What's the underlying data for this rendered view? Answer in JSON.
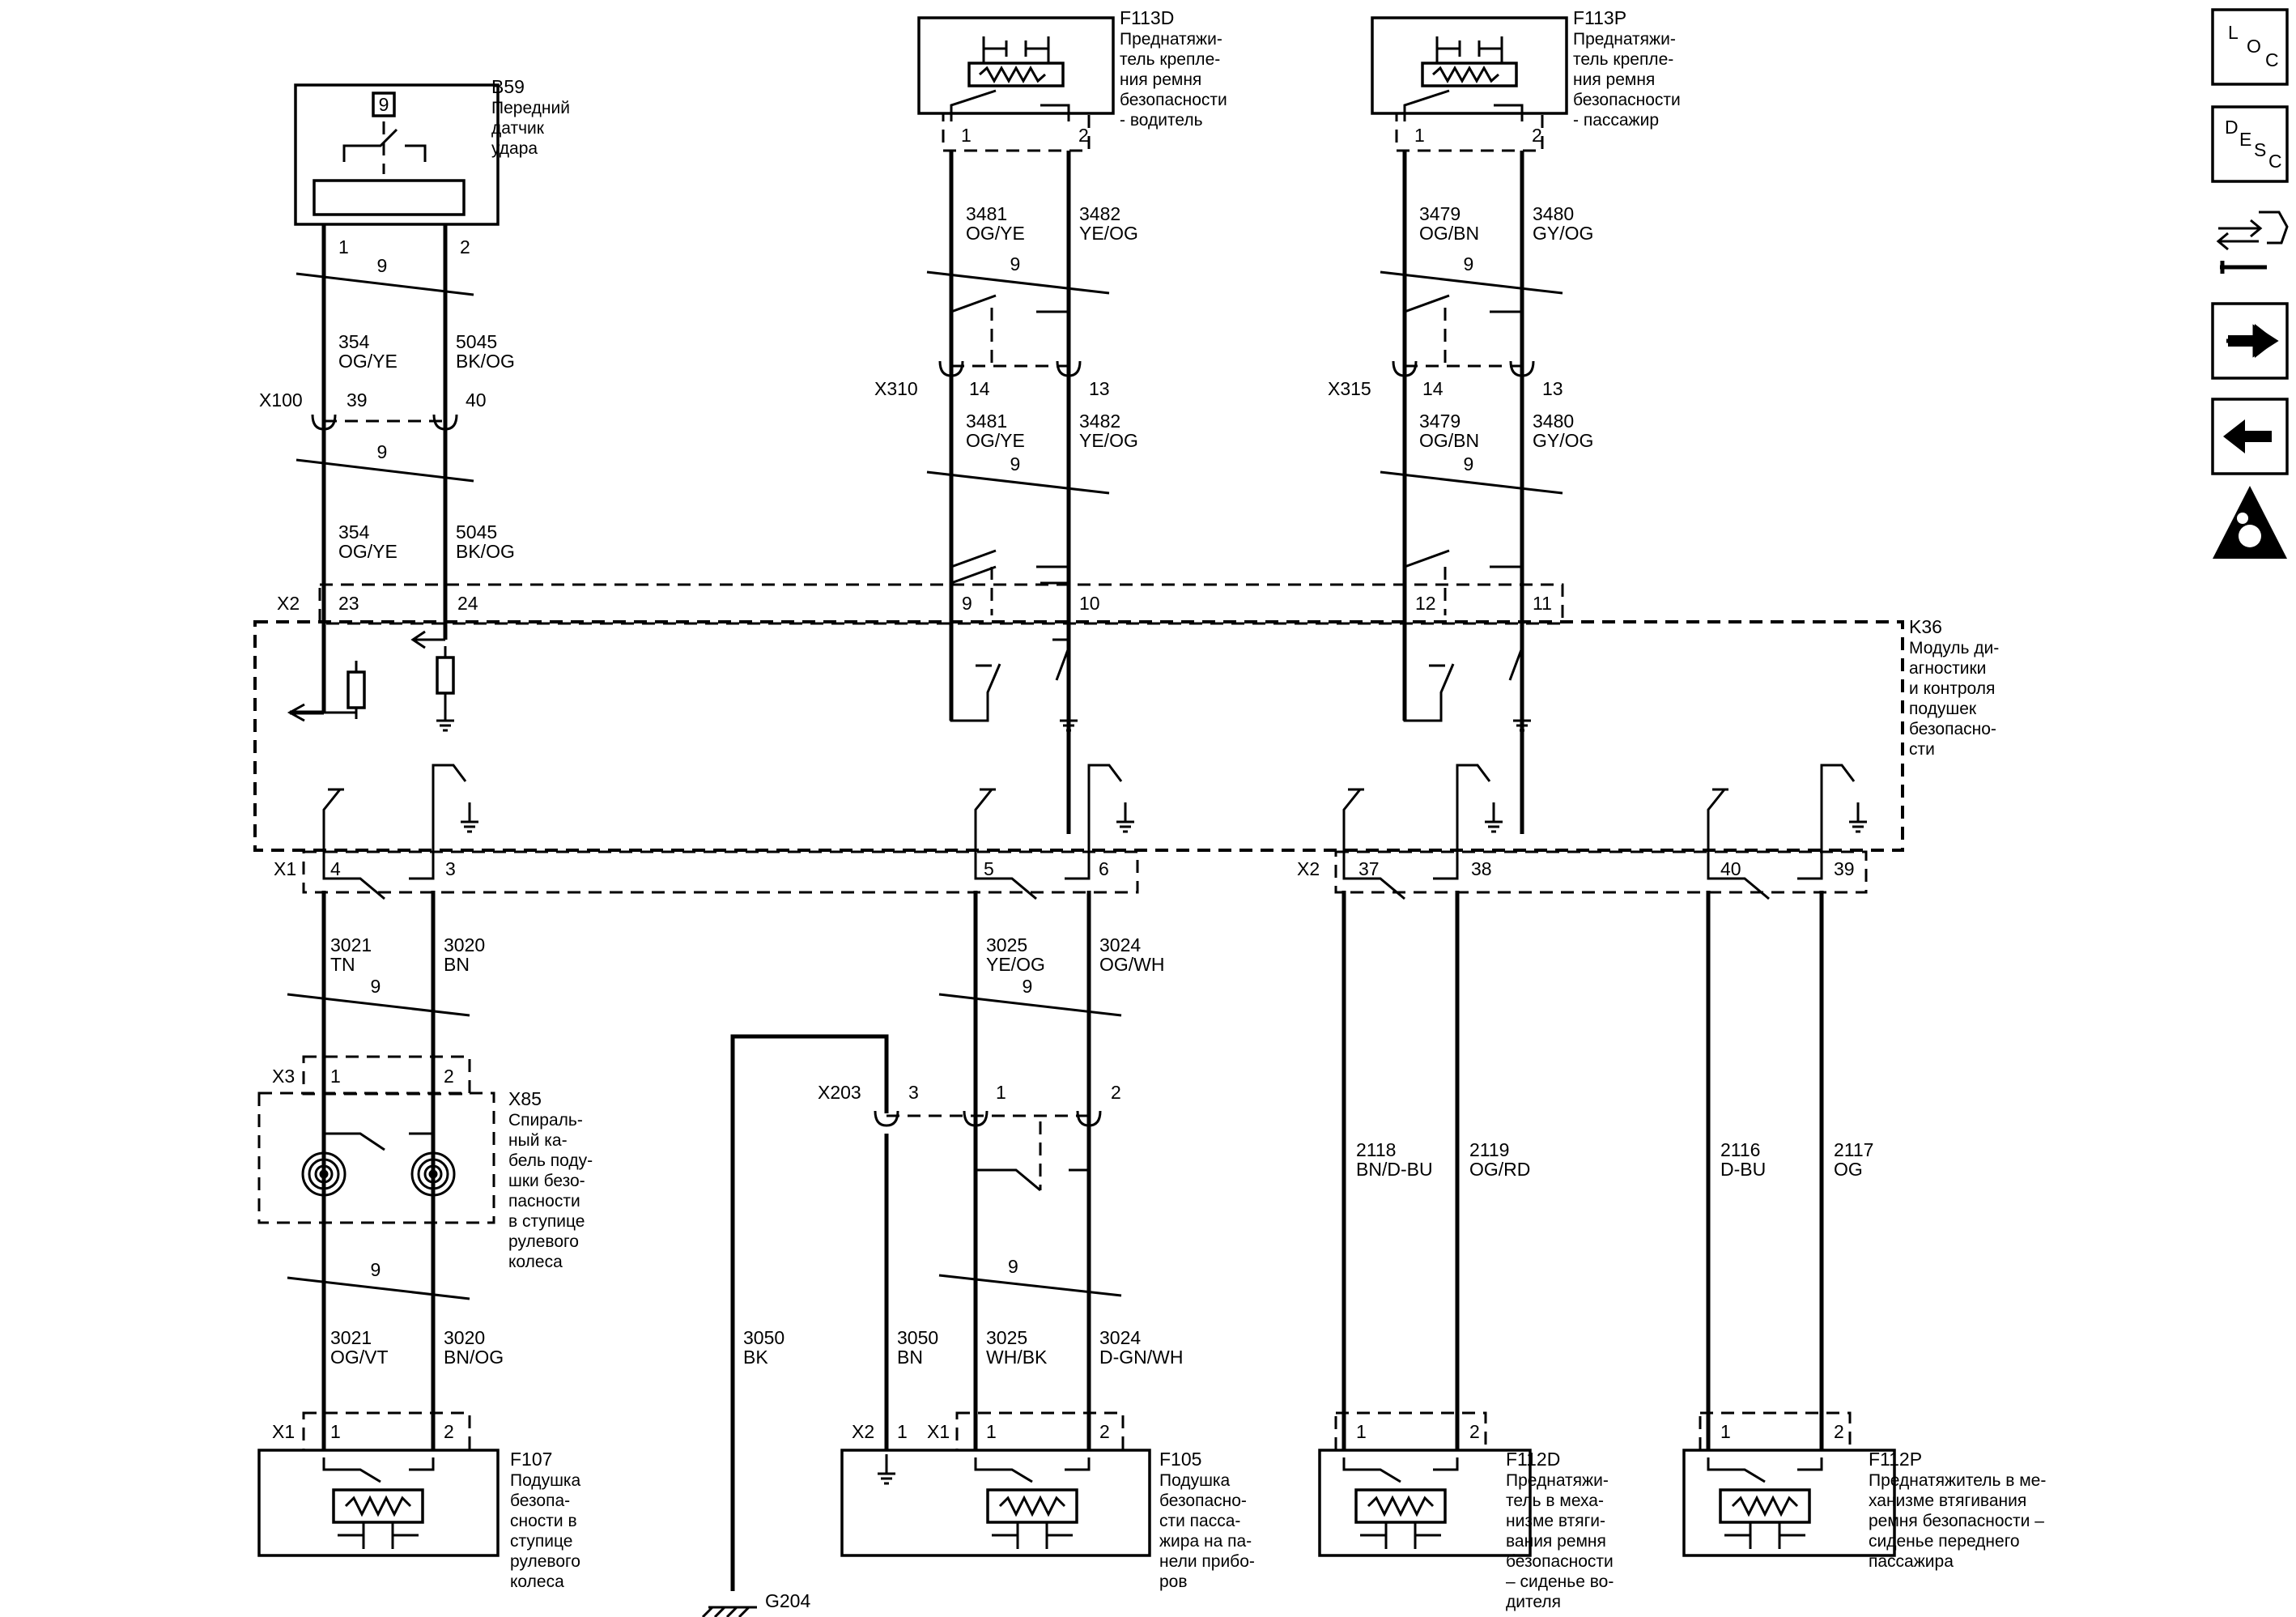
{
  "nav": {
    "loc": [
      "L",
      "O",
      "C"
    ],
    "desc": [
      "D",
      "E",
      "S",
      "C"
    ],
    "icons": [
      "loc-icon",
      "desc-icon",
      "connector-tool-icon",
      "next-page-arrow-icon",
      "previous-page-arrow-icon",
      "airbag-warning-icon"
    ]
  },
  "b59": {
    "code": "B59",
    "desc": [
      "Передний",
      "датчик",
      "удара"
    ],
    "pin_id": "9",
    "pins": [
      "1",
      "2"
    ]
  },
  "f113d": {
    "code": "F113D",
    "desc": [
      "Преднатяжи-",
      "тель крепле-",
      "ния ремня",
      "безопасности",
      "- водитель"
    ],
    "pins": [
      "1",
      "2"
    ]
  },
  "f113p": {
    "code": "F113P",
    "desc": [
      "Преднатяжи-",
      "тель крепле-",
      "ния ремня",
      "безопасности",
      "- пассажир"
    ],
    "pins": [
      "1",
      "2"
    ]
  },
  "twist": "9",
  "wires": {
    "b59_upper": [
      {
        "num": "354",
        "color": "OG/YE"
      },
      {
        "num": "5045",
        "color": "BK/OG"
      }
    ],
    "b59_lower": [
      {
        "num": "354",
        "color": "OG/YE"
      },
      {
        "num": "5045",
        "color": "BK/OG"
      }
    ],
    "drv_upper": [
      {
        "num": "3481",
        "color": "OG/YE"
      },
      {
        "num": "3482",
        "color": "YE/OG"
      }
    ],
    "drv_lower": [
      {
        "num": "3481",
        "color": "OG/YE"
      },
      {
        "num": "3482",
        "color": "YE/OG"
      }
    ],
    "pas_upper": [
      {
        "num": "3479",
        "color": "OG/BN"
      },
      {
        "num": "3480",
        "color": "GY/OG"
      }
    ],
    "pas_lower": [
      {
        "num": "3479",
        "color": "OG/BN"
      },
      {
        "num": "3480",
        "color": "GY/OG"
      }
    ],
    "steer_upper": [
      {
        "num": "3021",
        "color": "TN"
      },
      {
        "num": "3020",
        "color": "BN"
      }
    ],
    "steer_lower": [
      {
        "num": "3021",
        "color": "OG/VT"
      },
      {
        "num": "3020",
        "color": "BN/OG"
      }
    ],
    "dash_upper": [
      {
        "num": "3025",
        "color": "YE/OG"
      },
      {
        "num": "3024",
        "color": "OG/WH"
      }
    ],
    "dash_lower": [
      {
        "num": "3025",
        "color": "WH/BK"
      },
      {
        "num": "3024",
        "color": "D-GN/WH"
      }
    ],
    "ground_a": {
      "num": "3050",
      "color": "BK"
    },
    "ground_b": {
      "num": "3050",
      "color": "BN"
    },
    "f112d": [
      {
        "num": "2118",
        "color": "BN/D-BU"
      },
      {
        "num": "2119",
        "color": "OG/RD"
      }
    ],
    "f112p": [
      {
        "num": "2116",
        "color": "D-BU"
      },
      {
        "num": "2117",
        "color": "OG"
      }
    ]
  },
  "connectors": {
    "x100": {
      "name": "X100",
      "pins": [
        "39",
        "40"
      ]
    },
    "x310": {
      "name": "X310",
      "pins": [
        "14",
        "13"
      ]
    },
    "x315": {
      "name": "X315",
      "pins": [
        "14",
        "13"
      ]
    },
    "k36_x2_top": {
      "name": "X2",
      "pins": [
        "23",
        "24",
        "9",
        "10",
        "12",
        "11"
      ]
    },
    "k36_x1_bot": {
      "name": "X1",
      "pins": [
        "4",
        "3",
        "5",
        "6"
      ]
    },
    "k36_x2_bot": {
      "name": "X2",
      "pins": [
        "37",
        "38",
        "40",
        "39"
      ]
    },
    "x85_x3": {
      "name": "X3",
      "pins": [
        "1",
        "2"
      ]
    },
    "x203": {
      "name": "X203",
      "pins": [
        "3",
        "1",
        "2"
      ]
    },
    "f107_x1": {
      "name": "X1",
      "pins": [
        "1",
        "2"
      ]
    },
    "f105_x2": {
      "name": "X2",
      "pins": [
        "1"
      ]
    },
    "f105_x1": {
      "name": "X1",
      "pins": [
        "1",
        "2"
      ]
    },
    "f112d_pins": [
      "1",
      "2"
    ],
    "f112p_pins": [
      "1",
      "2"
    ]
  },
  "k36": {
    "code": "K36",
    "desc": [
      "Модуль ди-",
      "агностики",
      "и контроля",
      "подушек",
      "безопасно-",
      "сти"
    ]
  },
  "x85": {
    "code": "X85",
    "desc": [
      "Спираль-",
      "ный ка-",
      "бель поду-",
      "шки безо-",
      "пасности",
      "в ступице",
      "рулевого",
      "колеса"
    ]
  },
  "f107": {
    "code": "F107",
    "desc": [
      "Подушка",
      "безопа-",
      "сности в",
      "ступице",
      "рулевого",
      "колеса"
    ]
  },
  "f105": {
    "code": "F105",
    "desc": [
      "Подушка",
      "безопасно-",
      "сти пасса-",
      "жира на па-",
      "нели прибо-",
      "ров"
    ]
  },
  "f112d": {
    "code": "F112D",
    "desc": [
      "Преднатяжи-",
      "тель в меха-",
      "низме втяги-",
      "вания ремня",
      "безопасности",
      "– сиденье во-",
      "дителя"
    ]
  },
  "f112p": {
    "code": "F112P",
    "desc": [
      "Преднатяжитель в ме-",
      "ханизме втягивания",
      "ремня безопасности –",
      "сиденье переднего",
      "пассажира"
    ]
  },
  "ground": "G204"
}
